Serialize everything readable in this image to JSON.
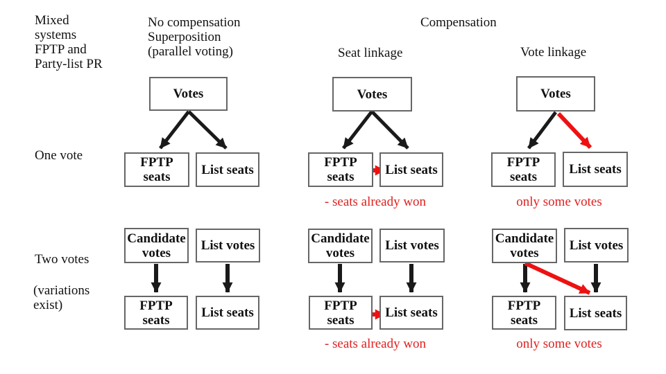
{
  "colors": {
    "arrow_black": "#1a1a1a",
    "arrow_red": "#ee1111",
    "annotation_red": "#e02020",
    "box_border": "#666666",
    "text_black": "#111111",
    "background": "#ffffff"
  },
  "corner_label": {
    "lines": [
      "Mixed",
      "systems",
      "FPTP and",
      "Party-list PR"
    ]
  },
  "column_headers": {
    "no_compensation_lines": [
      "No compensation",
      "Superposition",
      "(parallel voting)"
    ],
    "compensation": "Compensation",
    "seat_linkage": "Seat linkage",
    "vote_linkage": "Vote linkage"
  },
  "row_labels": {
    "one_vote": "One vote",
    "two_votes": "Two votes",
    "variations_lines": [
      "(variations",
      "exist)"
    ]
  },
  "box_labels": {
    "votes": "Votes",
    "fptp_seats": [
      "FPTP",
      "seats"
    ],
    "list_seats": "List seats",
    "candidate_votes": [
      "Candidate",
      "votes"
    ],
    "list_votes": "List votes"
  },
  "annotations": {
    "seat_linkage_note": "- seats already won",
    "vote_linkage_note": "only some votes"
  }
}
